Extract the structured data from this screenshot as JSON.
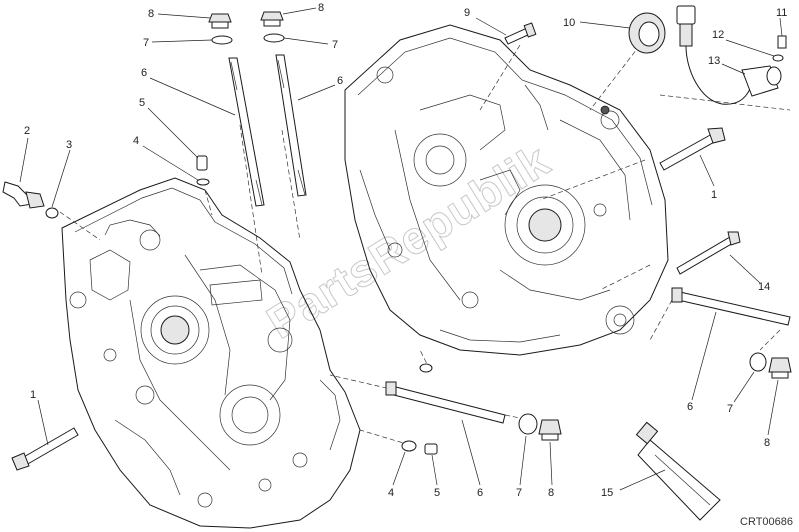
{
  "diagram": {
    "reference_code": "CRT00686",
    "watermark_text": "PartsRepublik",
    "colors": {
      "line": "#1a1a1a",
      "background": "#ffffff",
      "watermark": "#c8c8c8"
    },
    "callouts": [
      {
        "id": "c8a",
        "label": "8"
      },
      {
        "id": "c8b",
        "label": "8"
      },
      {
        "id": "c7a",
        "label": "7"
      },
      {
        "id": "c7b",
        "label": "7"
      },
      {
        "id": "c6a",
        "label": "6"
      },
      {
        "id": "c6b",
        "label": "6"
      },
      {
        "id": "c5a",
        "label": "5"
      },
      {
        "id": "c4a",
        "label": "4"
      },
      {
        "id": "c2",
        "label": "2"
      },
      {
        "id": "c3",
        "label": "3"
      },
      {
        "id": "c9",
        "label": "9"
      },
      {
        "id": "c10",
        "label": "10"
      },
      {
        "id": "c11",
        "label": "11"
      },
      {
        "id": "c12",
        "label": "12"
      },
      {
        "id": "c13",
        "label": "13"
      },
      {
        "id": "c1a",
        "label": "1"
      },
      {
        "id": "c14",
        "label": "14"
      },
      {
        "id": "c1b",
        "label": "1"
      },
      {
        "id": "c6c",
        "label": "6"
      },
      {
        "id": "c7c",
        "label": "7"
      },
      {
        "id": "c8c",
        "label": "8"
      },
      {
        "id": "c4b",
        "label": "4"
      },
      {
        "id": "c5b",
        "label": "5"
      },
      {
        "id": "c6d",
        "label": "6"
      },
      {
        "id": "c7d",
        "label": "7"
      },
      {
        "id": "c8d",
        "label": "8"
      },
      {
        "id": "c15",
        "label": "15"
      }
    ]
  }
}
